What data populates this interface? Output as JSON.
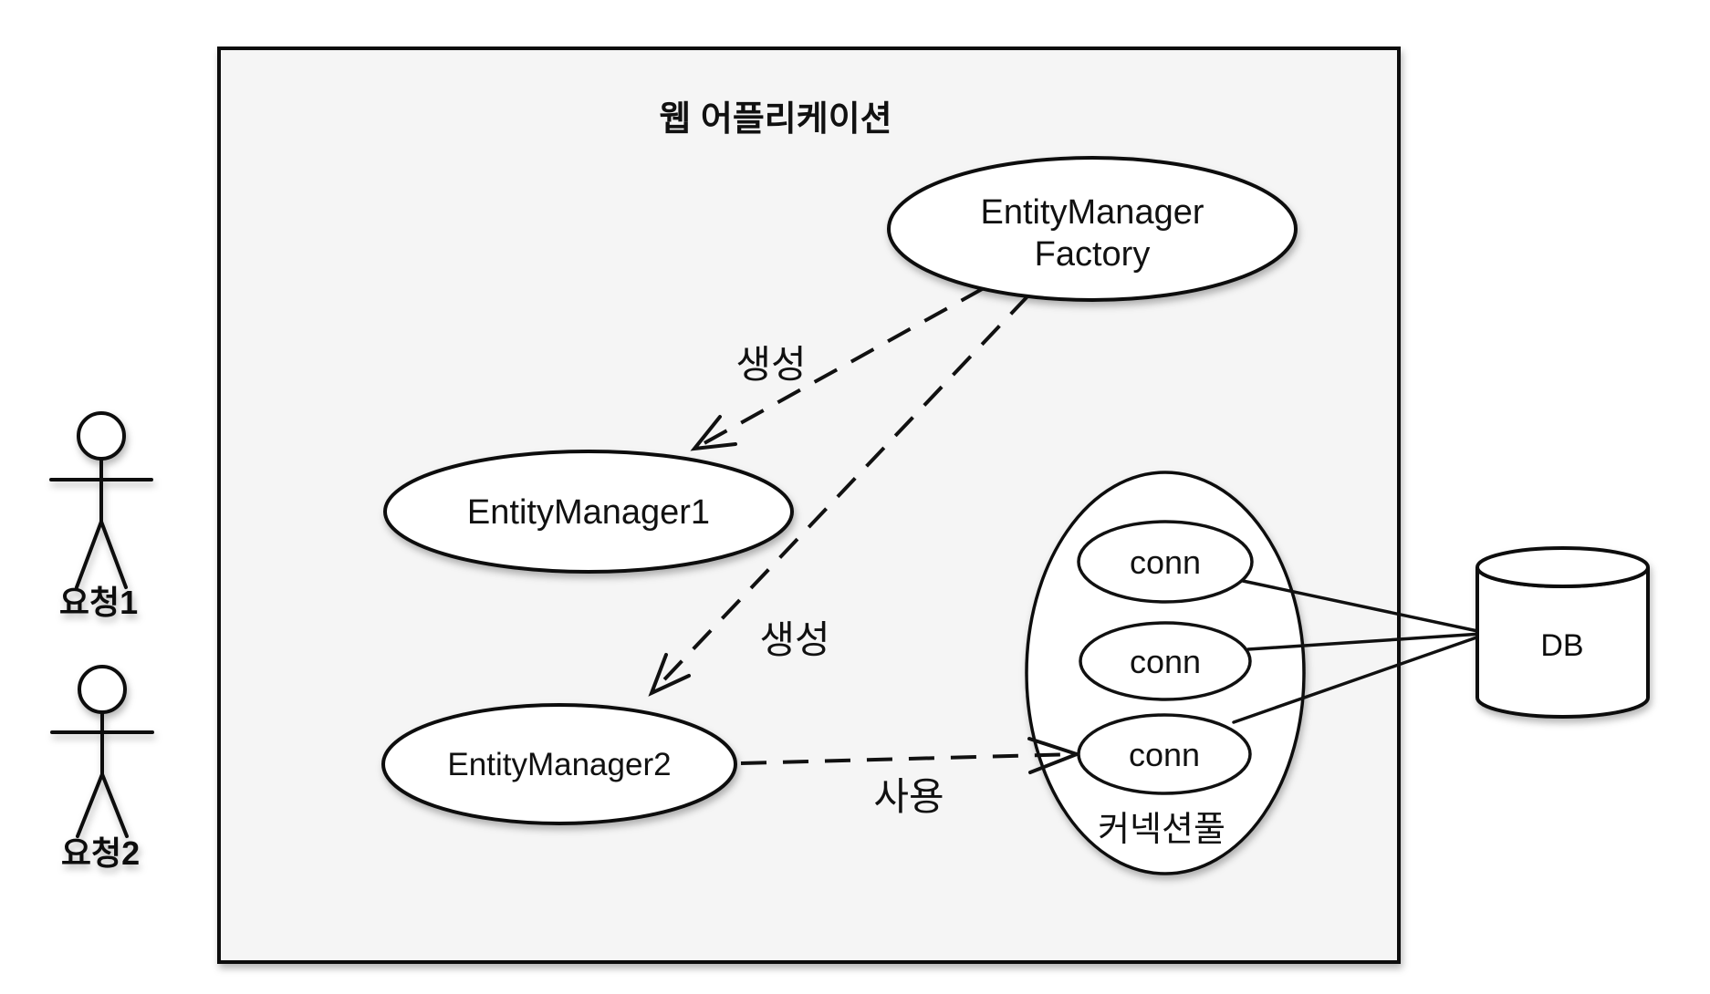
{
  "diagram": {
    "title": "웹 어플리케이션",
    "factory": {
      "label_line1": "EntityManager",
      "label_line2": "Factory"
    },
    "em1": {
      "label": "EntityManager1"
    },
    "em2": {
      "label": "EntityManager2"
    },
    "pool": {
      "label": "커넥션풀",
      "conns": [
        "conn",
        "conn",
        "conn"
      ]
    },
    "db": {
      "label": "DB"
    },
    "actors": [
      {
        "label": "요청1"
      },
      {
        "label": "요청2"
      }
    ],
    "edges": {
      "create1": {
        "label": "생성"
      },
      "create2": {
        "label": "생성"
      },
      "use": {
        "label": "사용"
      }
    },
    "colors": {
      "background": "#ffffff",
      "boundary_fill": "#f5f5f5",
      "shape_fill": "#ffffff",
      "stroke": "#111111"
    }
  }
}
